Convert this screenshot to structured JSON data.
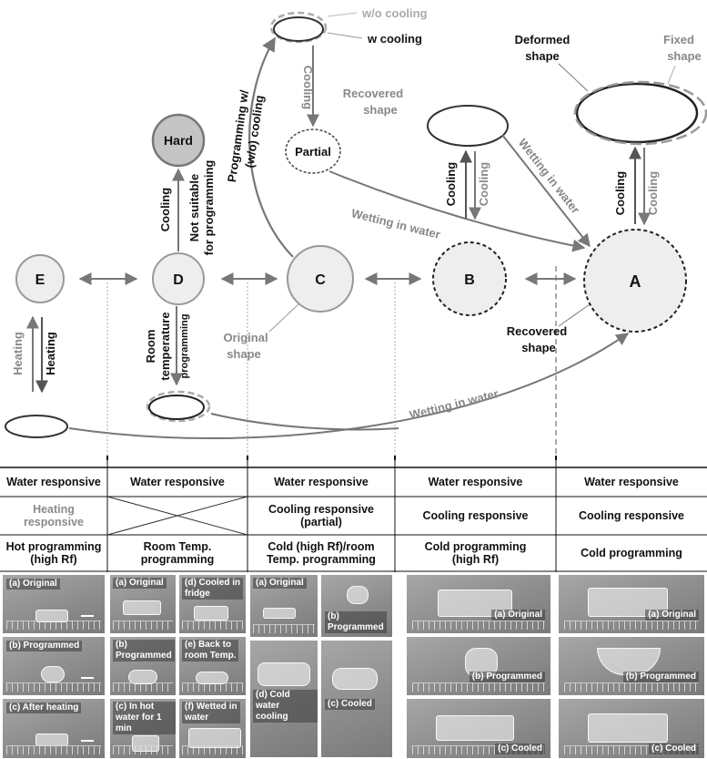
{
  "states": [
    {
      "id": "E",
      "label": "E"
    },
    {
      "id": "D",
      "label": "D"
    },
    {
      "id": "C",
      "label": "C"
    },
    {
      "id": "B",
      "label": "B"
    },
    {
      "id": "A",
      "label": "A"
    }
  ],
  "hard_label": "Hard",
  "partial_label": "Partial",
  "labels": {
    "wo_cooling": "w/o cooling",
    "w_cooling": "w cooling",
    "deformed_shape": [
      "Deformed",
      "shape"
    ],
    "fixed_shape": [
      "Fixed",
      "shape"
    ],
    "recovered_shape_c": [
      "Recovered",
      "shape"
    ],
    "recovered_shape_a": [
      "Recovered",
      "shape"
    ],
    "original_shape": [
      "Original",
      "shape"
    ],
    "programming_wo": [
      "Programming w/",
      "(w/o) cooling"
    ],
    "not_suitable": [
      "Not suitable",
      "for programming"
    ],
    "room_temp": [
      "Room",
      "temperature"
    ],
    "programming": "programming",
    "cooling": "Cooling",
    "heating": "Heating",
    "wetting_in_water": "Wetting in water"
  },
  "table": {
    "rows": [
      [
        "Water responsive",
        "Water responsive",
        "Water responsive",
        "Water responsive",
        "Water responsive"
      ],
      [
        "Heating\nresponsive",
        "",
        "Cooling responsive\n(partial)",
        "Cooling responsive",
        "Cooling responsive"
      ],
      [
        "Hot programming\n(high Rf)",
        "Room Temp.\nprogramming",
        "Cold (high Rf)/room\nTemp. programming",
        "Cold programming\n(high Rf)",
        "Cold programming"
      ]
    ]
  },
  "photos": {
    "col1": [
      "(a) Original",
      "(b) Programmed",
      "(c) After heating"
    ],
    "col2": [
      "(a) Original",
      "(d) Cooled in\nfridge",
      "(b)\nProgrammed",
      "(e) Back to\nroom Temp.",
      "(c) In hot\nwater for 1 min",
      "(f) Wetted in\nwater"
    ],
    "col3": [
      "(a) Original",
      "(b)\nProgrammed",
      "(d) Cold water\ncooling",
      "(c) Cooled"
    ],
    "col4": [
      "(a) Original",
      "(b) Programmed",
      "(c) Cooled"
    ],
    "col5": [
      "(a) Original",
      "(b) Programmed",
      "(c) Cooled"
    ]
  }
}
